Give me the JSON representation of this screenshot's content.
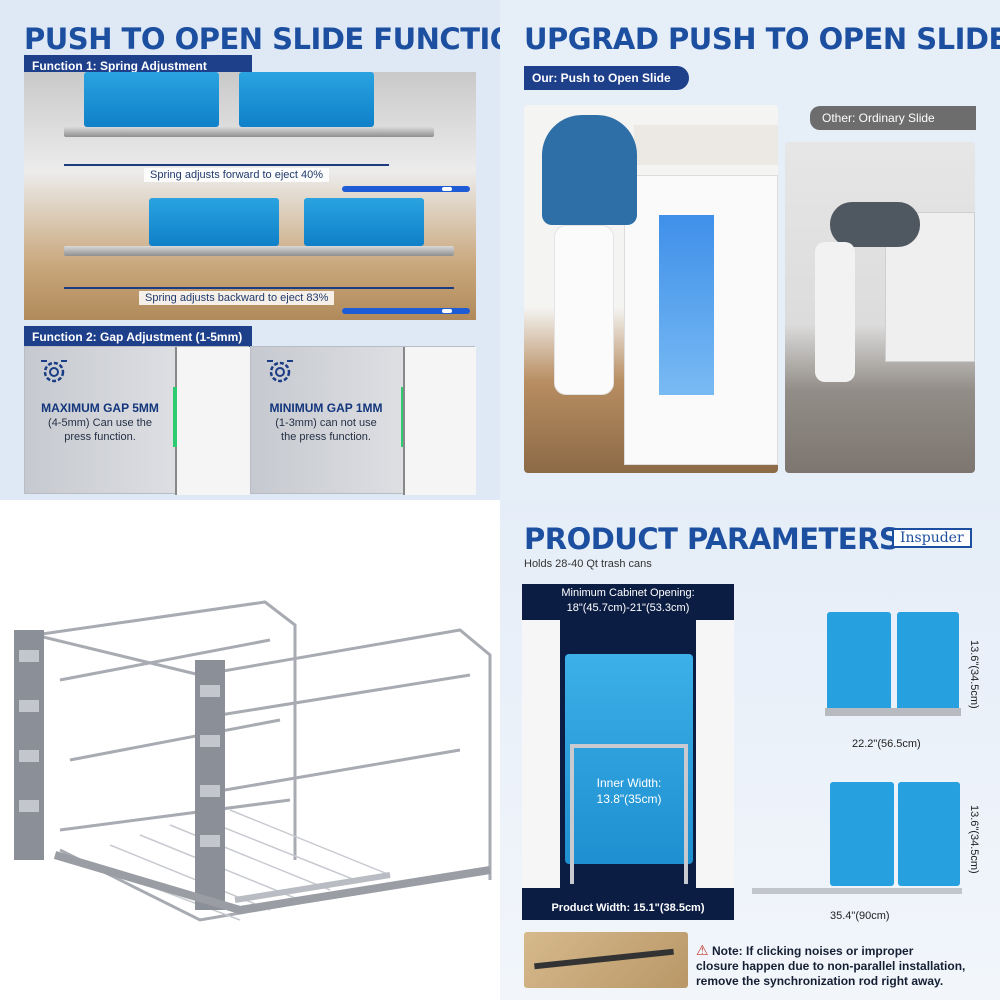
{
  "q1": {
    "title": "PUSH TO OPEN SLIDE FUNCTION",
    "function1_tag": "Function 1: Spring Adjustment",
    "caption_forward": "Spring adjusts forward to eject 40%",
    "caption_backward": "Spring adjusts backward to eject 83%",
    "function2_tag": "Function 2: Gap Adjustment (1-5mm)",
    "max_gap": {
      "title": "MAXIMUM GAP 5MM",
      "line1": "(4-5mm) Can use the",
      "line2": "press function."
    },
    "min_gap": {
      "title": "MINIMUM GAP 1MM",
      "line1": "(1-3mm) can not use",
      "line2": "the press function."
    },
    "colors": {
      "accent": "#1d4fa0",
      "tag_bg": "#1e3f8a",
      "bin": "#1a90d6"
    }
  },
  "q2": {
    "title": "UPGRAD PUSH TO OPEN SLIDES",
    "ours_tag": "Our: Push to Open Slide",
    "other_tag": "Other: Ordinary Slide"
  },
  "q4": {
    "title": "PRODUCT PARAMETERS",
    "brand": "Inspuder",
    "subtitle": "Holds 28-40 Qt trash cans",
    "cabinet_head_line1": "Minimum Cabinet Opening:",
    "cabinet_head_line2": "18\"(45.7cm)-21\"(53.3cm)",
    "inner_width_line1": "Inner Width:",
    "inner_width_line2": "13.8\"(35cm)",
    "product_width": "Product Width: 15.1\"(38.5cm)",
    "width_closed": "22.2\"(56.5cm)",
    "width_open": "35.4\"(90cm)",
    "height_1": "13.6\"(34.5cm)",
    "height_2": "13.6\"(34.5cm)",
    "note_line1": "Note:  If clicking noises or improper",
    "note_line2": "closure happen due to non-parallel installation,",
    "note_line3": "remove the synchronization rod right away."
  }
}
